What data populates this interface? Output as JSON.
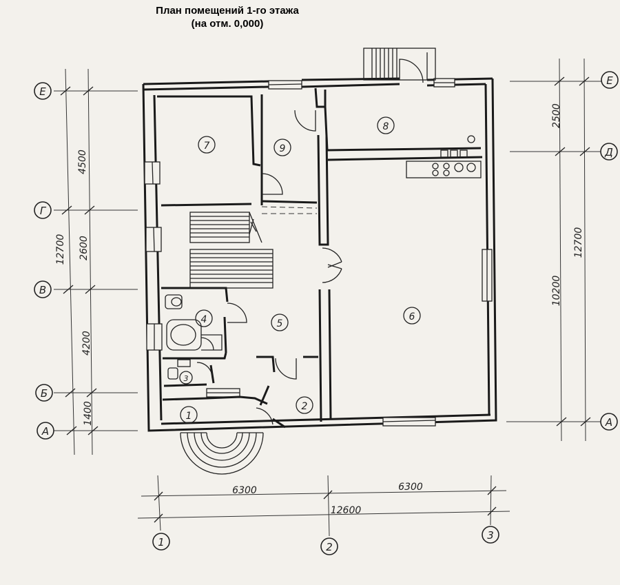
{
  "title": {
    "line1": "План помещений 1-го этажа",
    "line2": "(на отм. 0,000)"
  },
  "axes_letters": {
    "left": [
      "Е",
      "Г",
      "В",
      "Б",
      "А"
    ],
    "right": [
      "Е",
      "Д",
      "А"
    ]
  },
  "axes_numbers": [
    "1",
    "2",
    "3"
  ],
  "dimensions": {
    "left_segments": [
      "4500",
      "2600",
      "4200",
      "1400"
    ],
    "left_total": "12700",
    "right_segments": [
      "2500",
      "10200"
    ],
    "right_total": "12700",
    "bottom_segments": [
      "6300",
      "6300"
    ],
    "bottom_total": "12600"
  },
  "rooms": [
    "1",
    "2",
    "3",
    "4",
    "5",
    "6",
    "7",
    "8",
    "9"
  ]
}
